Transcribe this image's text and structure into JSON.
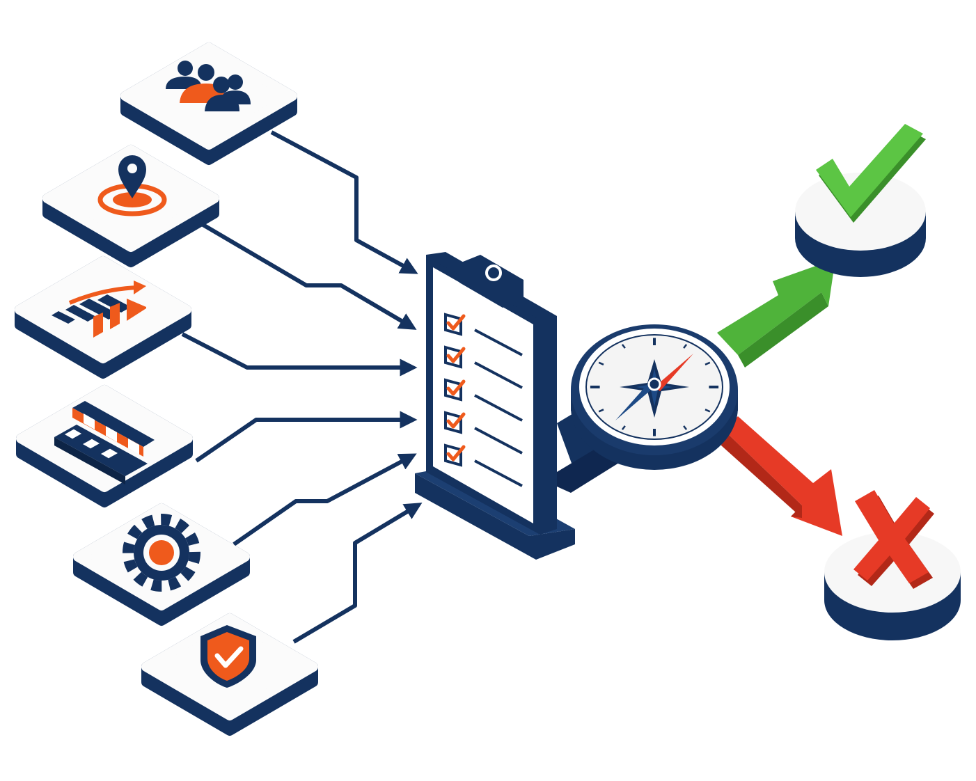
{
  "colors": {
    "navy": "#14325f",
    "orange": "#ef5a1c",
    "green": "#4fb33a",
    "red": "#e63a26",
    "tile_top": "#fbfbfb",
    "board": "#ffffff",
    "dial": "#f4f4f4"
  },
  "inputs": [
    {
      "id": "audience",
      "icon": "people-group-icon"
    },
    {
      "id": "location",
      "icon": "map-pin-target-icon"
    },
    {
      "id": "growth",
      "icon": "growth-bar-chart-icon"
    },
    {
      "id": "market",
      "icon": "storefront-icon"
    },
    {
      "id": "operations",
      "icon": "gear-icon"
    },
    {
      "id": "risk",
      "icon": "shield-check-icon"
    }
  ],
  "checklist": {
    "icon": "clipboard-checklist-icon",
    "checked_items": 5,
    "total_items": 5
  },
  "compass": {
    "icon": "compass-icon"
  },
  "outcomes": [
    {
      "id": "approve",
      "icon": "green-checkmark-icon",
      "color": "#4fb33a"
    },
    {
      "id": "reject",
      "icon": "red-x-icon",
      "color": "#e63a26"
    }
  ]
}
